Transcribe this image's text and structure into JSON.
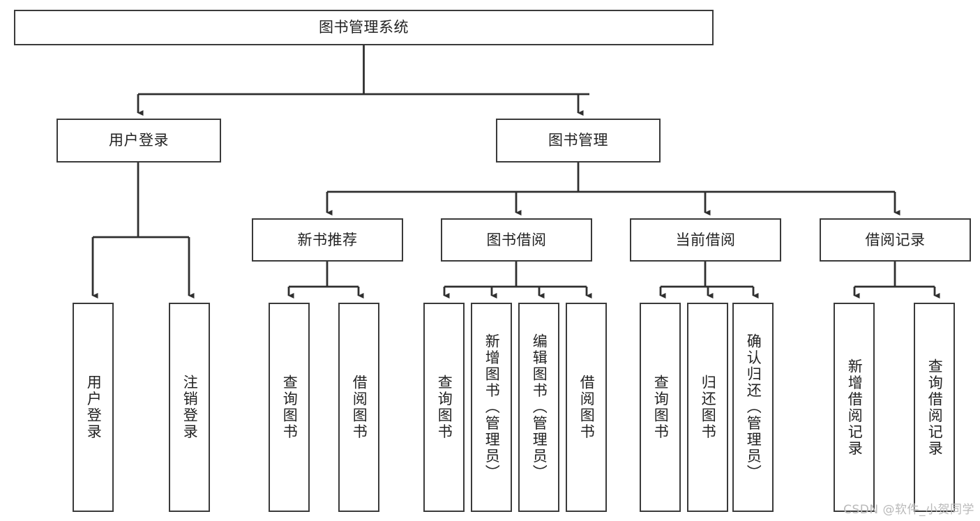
{
  "diagram": {
    "title": "图书管理系统",
    "type": "tree",
    "watermark": "CSDN @软件_小贺同学",
    "colors": {
      "box_border": "#3a3a3a",
      "box_fill": "#ffffff",
      "connector": "#2f2f2f",
      "text": "#222222",
      "watermark": "#b9b9b9"
    },
    "levels": {
      "root": {
        "label": "图书管理系统"
      },
      "level2": [
        {
          "label": "用户登录"
        },
        {
          "label": "图书管理"
        }
      ],
      "level3": [
        {
          "label": "新书推荐"
        },
        {
          "label": "图书借阅"
        },
        {
          "label": "当前借阅"
        },
        {
          "label": "借阅记录"
        }
      ],
      "leaves": {
        "user_login": [
          {
            "label": "用户登录"
          },
          {
            "label": "注销登录"
          }
        ],
        "new_book_recommend": [
          {
            "label": "查询图书"
          },
          {
            "label": "借阅图书"
          }
        ],
        "book_borrow": [
          {
            "label": "查询图书"
          },
          {
            "label": "新增图书（管理员）"
          },
          {
            "label": "编辑图书（管理员）"
          },
          {
            "label": "借阅图书"
          }
        ],
        "current_borrow": [
          {
            "label": "查询图书"
          },
          {
            "label": "归还图书"
          },
          {
            "label": "确认归还（管理员）"
          }
        ],
        "borrow_record": [
          {
            "label": "新增借阅记录"
          },
          {
            "label": "查询借阅记录"
          }
        ]
      }
    }
  }
}
